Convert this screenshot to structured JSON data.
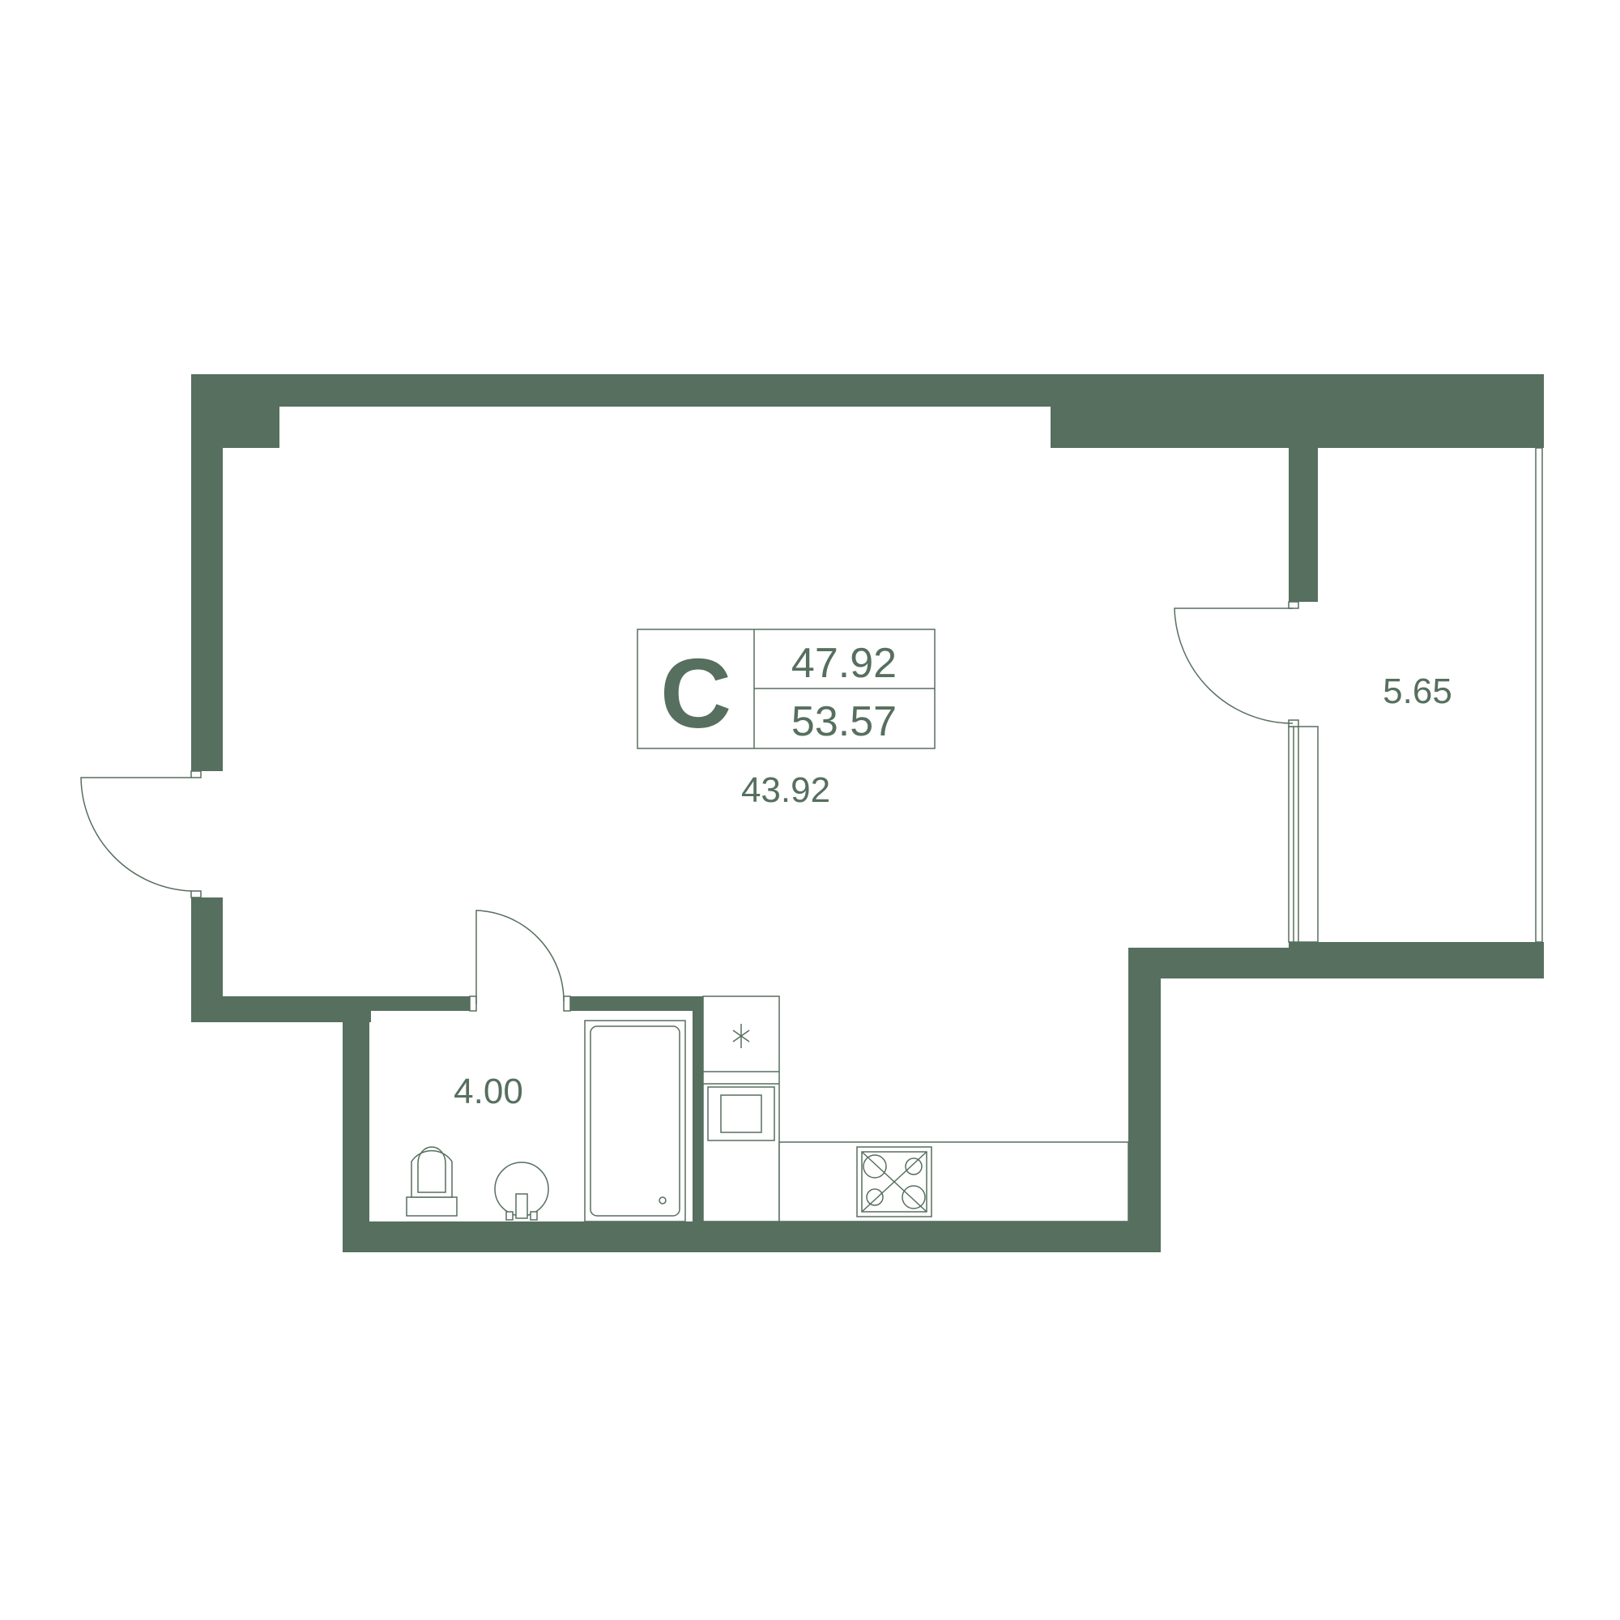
{
  "legend": {
    "type_letter": "С",
    "living_area": "47.92",
    "total_area": "53.57"
  },
  "rooms": {
    "studio_area": "43.92",
    "balcony_area": "5.65",
    "bathroom_area": "4.00"
  },
  "colors": {
    "wall": "#566f5e",
    "background": "#ffffff"
  }
}
